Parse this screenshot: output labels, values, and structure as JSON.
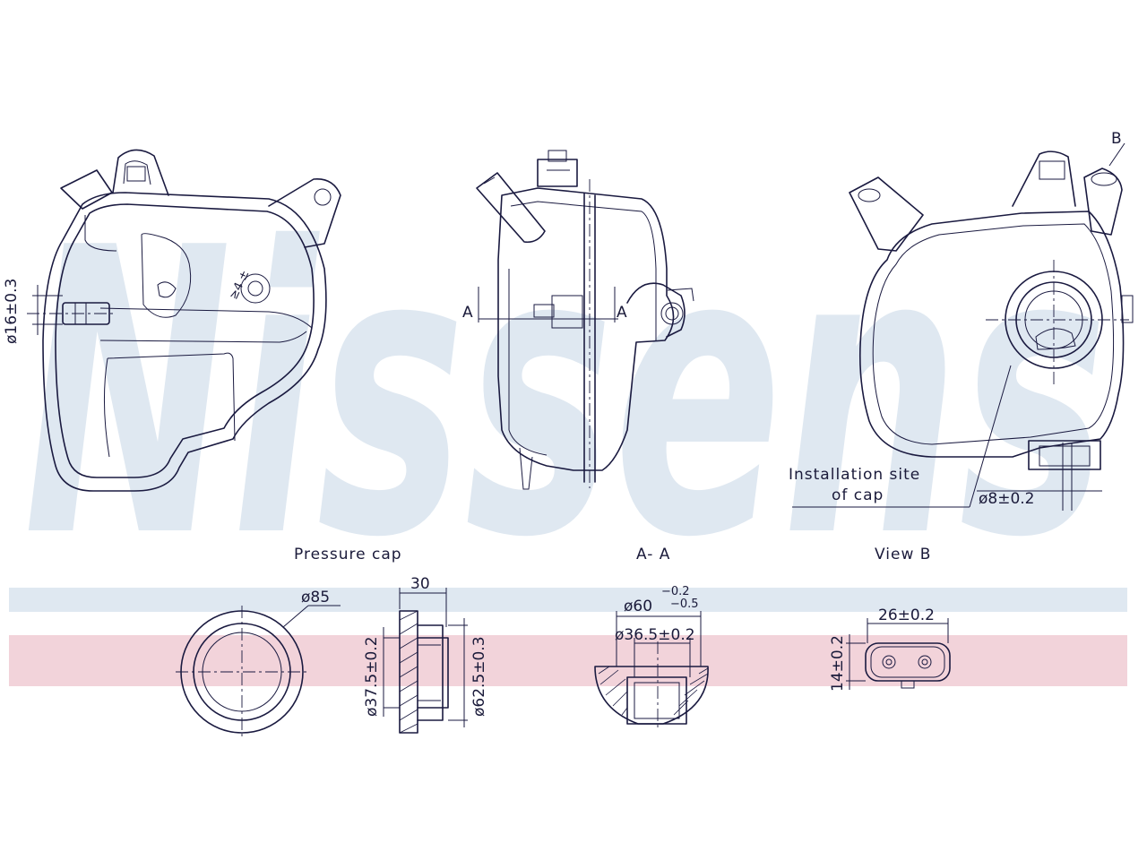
{
  "brand": {
    "watermark": "Nissens",
    "band_colors": {
      "blue": "#dfe8f1",
      "pink": "#f2d3da",
      "watermark": "#dfe8f1",
      "line": "#1a1a40"
    }
  },
  "labels": {
    "view_b_marker": "B",
    "section_marker_left": "A",
    "section_marker_right": "A",
    "installation_site": "Installation site",
    "of_cap": "of cap",
    "pressure_cap": "Pressure cap",
    "section_aa": "A- A",
    "view_b": "View B"
  },
  "dimensions": {
    "tank_outlet_diameter": "ø16±0.3",
    "view_b_pin_diameter": "ø8±0.2",
    "cap_diameter": "ø85",
    "cap_height": "30",
    "cap_inner_diameter": "ø37.5±0.2",
    "cap_outer_diameter": "ø62.5±0.3",
    "neck_diameter_main": "ø60",
    "neck_diameter_tol_upper": "−0.2",
    "neck_diameter_tol_lower": "−0.5",
    "neck_inner_diameter": "ø36.5±0.2",
    "connector_width": "26±0.2",
    "connector_height": "14±0.2"
  }
}
